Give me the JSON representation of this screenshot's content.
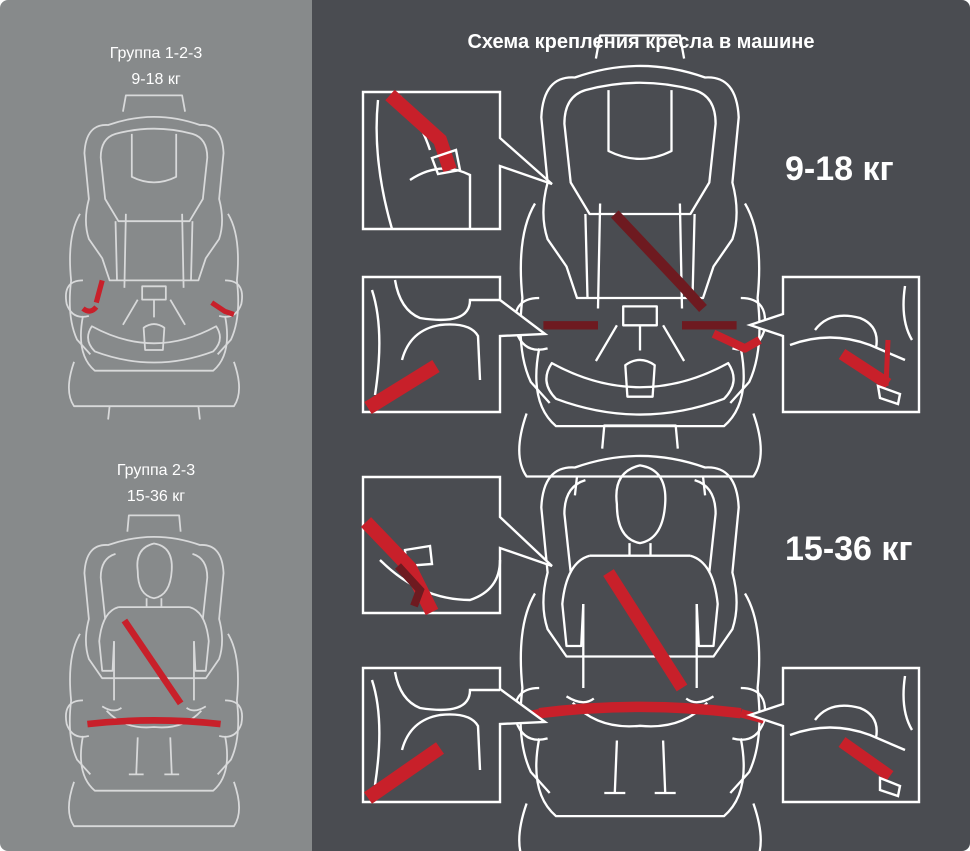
{
  "left": {
    "group1": {
      "name": "Группа 1-2-3",
      "weight": "9-18 кг"
    },
    "group2": {
      "name": "Группа 2-3",
      "weight": "15-36 кг"
    }
  },
  "right": {
    "title": "Схема крепления кресла в машине",
    "weight_top": "9-18 кг",
    "weight_bottom": "15-36 кг"
  },
  "colors": {
    "left_bg": "#878a8b",
    "right_bg": "#4a4c51",
    "belt": "#c8202a",
    "belt_dark": "#6e1a20",
    "line": "#ffffff"
  }
}
